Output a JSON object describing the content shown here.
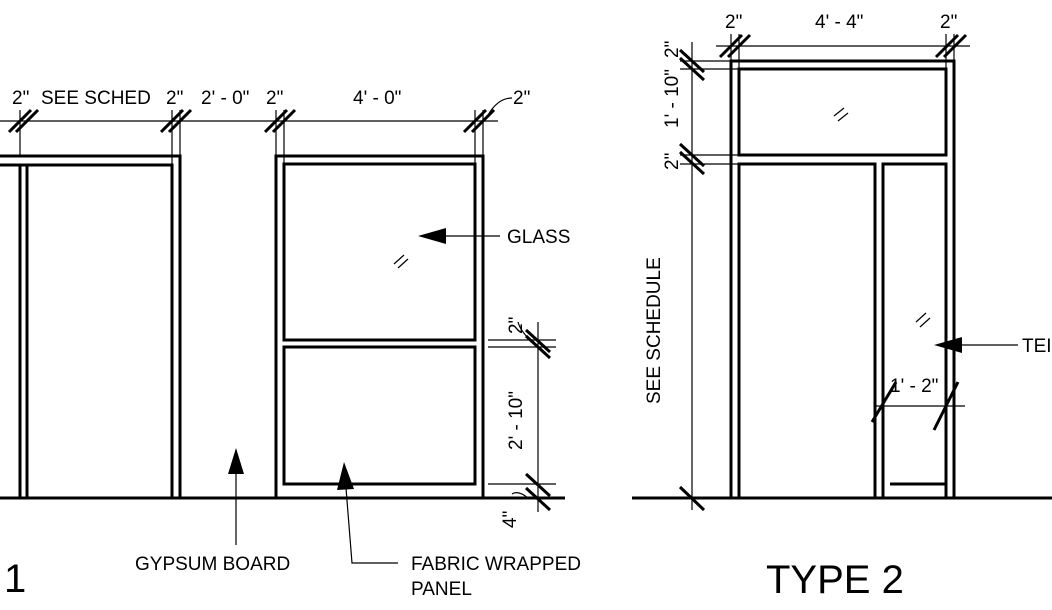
{
  "type1": {
    "title": "1",
    "dims_top": {
      "d1": "2\"",
      "d2": "SEE SCHED",
      "d3": "2\"",
      "d4": "2' - 0\"",
      "d5": "2\"",
      "d6": "4' - 0\"",
      "d7": "2\""
    },
    "dims_right": {
      "mullion": "2\"",
      "panel_height": "2' - 10\"",
      "base": "4\""
    },
    "labels": {
      "glass": "GLASS",
      "gypsum": "GYPSUM BOARD",
      "fabric_line1": "FABRIC WRAPPED",
      "fabric_line2": "PANEL"
    }
  },
  "type2": {
    "title": "TYPE 2",
    "dims_top": {
      "d1": "2\"",
      "d2": "4' - 4\"",
      "d3": "2\""
    },
    "dims_left": {
      "top": "2\"",
      "transom": "1' - 10\"",
      "mullion": "2\"",
      "height": "SEE SCHEDULE"
    },
    "sidelite": "1' - 2\"",
    "labels": {
      "tempered": "TEI"
    }
  }
}
